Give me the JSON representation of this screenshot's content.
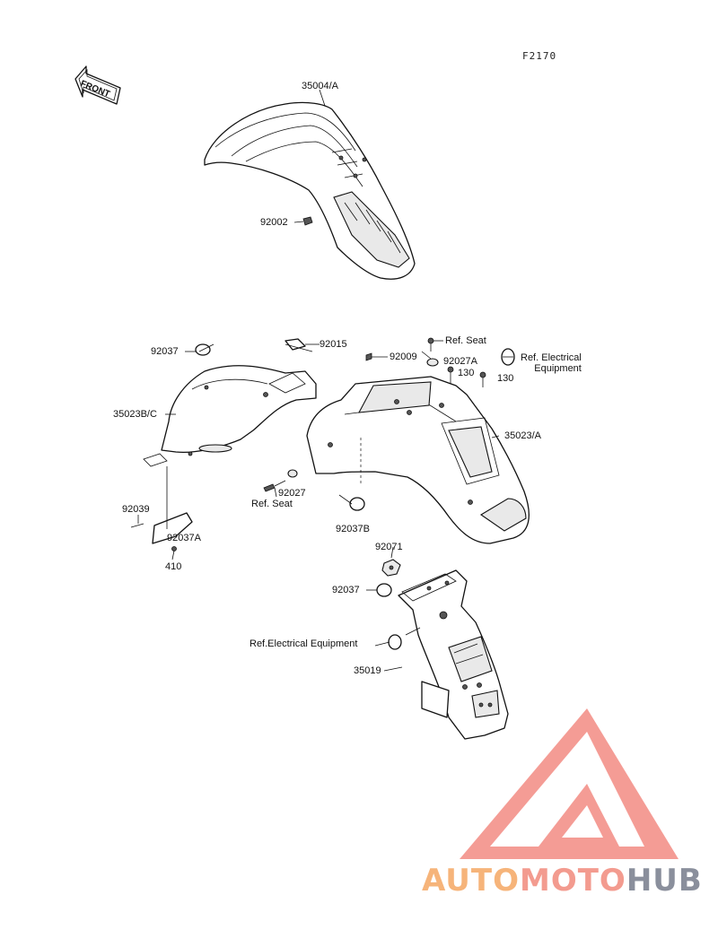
{
  "diagram_code": "F2170",
  "front_arrow_label": "FRONT",
  "labels": {
    "p35004A": "35004/A",
    "p92002": "92002",
    "p92037_top": "92037",
    "p92015": "92015",
    "p92009": "92009",
    "ref_seat_top": "Ref. Seat",
    "p92027A": "92027A",
    "p130_a": "130",
    "p130_b": "130",
    "ref_electrical_top": "Ref. Electrical\nEquipment",
    "p35023BC": "35023B/C",
    "p35023A": "35023/A",
    "p92027": "92027",
    "ref_seat_mid": "Ref. Seat",
    "p92039": "92039",
    "p92037A": "92037A",
    "p410": "410",
    "p92037B": "92037B",
    "p92071": "92071",
    "p92037_low": "92037",
    "ref_electrical_low": "Ref.Electrical Equipment",
    "p35019": "35019"
  },
  "watermark": {
    "part1": "AUTO",
    "part2": "MOTO",
    "part3": "HUB",
    "colors": {
      "part1": "#f6b47a",
      "part2": "#f39b8f",
      "part3": "#8a8f9c",
      "logo": "#f28b82"
    }
  }
}
